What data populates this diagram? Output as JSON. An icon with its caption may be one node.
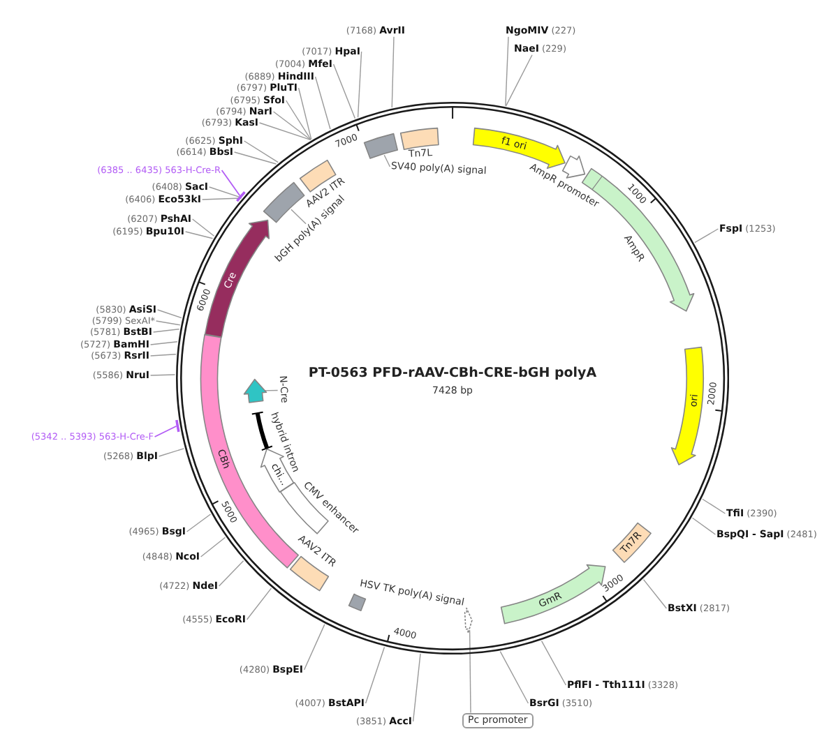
{
  "diagram": {
    "title": "PT-0563 PFD-rAAV-CBh-CRE-bGH polyA",
    "nodes": [
      {
        "text": [
          "**NgoMIV** (227)"
        ]
      },
      {
        "text": [
          "**NaeI** (229)"
        ]
      },
      {
        "text": [
          "**FspI** (1253)"
        ]
      },
      {
        "text": [
          "**TfiI** (2390)"
        ]
      },
      {
        "text": [
          "**BspQI - SapI** (2481)"
        ]
      },
      {
        "text": [
          "**BstXI** (2817)"
        ]
      },
      {
        "text": [
          "**PflFI - Tth111I** (3328)"
        ]
      },
      {
        "text": [
          "**BsrGI** (3510)"
        ]
      },
      {
        "text": [
          "(3851) **AccI**"
        ]
      },
      {
        "text": [
          "(4007) **BstAPI**"
        ]
      },
      {
        "text": [
          "(4280) **BspEI**"
        ]
      },
      {
        "text": [
          "(4555) **EcoRI**"
        ]
      },
      {
        "text": [
          "(4722) **NdeI**"
        ]
      },
      {
        "text": [
          "(4848) **NcoI**"
        ]
      },
      {
        "text": [
          "(4965) **BsgI**"
        ]
      },
      {
        "text": [
          "(5268) **BlpI**"
        ]
      },
      {
        "text": [
          "(5342 .. 5393) 563-H-Cre-F"
        ]
      },
      {
        "text": [
          "(5586) **NruI**"
        ]
      },
      {
        "text": [
          "(5673) **RsrII**"
        ]
      },
      {
        "text": [
          "(5727) **BamHI**"
        ]
      },
      {
        "text": [
          "(5781) **BstBI**"
        ]
      },
      {
        "text": [
          "(5799) SexAI*"
        ]
      },
      {
        "text": [
          "(5830) **AsiSI**"
        ]
      },
      {
        "text": [
          "(6195) **Bpu10I**"
        ]
      },
      {
        "text": [
          "(6207) **PshAI**"
        ]
      },
      {
        "text": [
          "(6406) **Eco53kI**"
        ]
      },
      {
        "text": [
          "(6408) **SacI**"
        ]
      },
      {
        "text": [
          "(6385 .. 6435) 563-H-Cre-R"
        ]
      },
      {
        "text": [
          "(6614) **BbsI**"
        ]
      },
      {
        "text": [
          "(6625) **SphI**"
        ]
      },
      {
        "text": [
          "(6793) **KasI**"
        ]
      },
      {
        "text": [
          "(6794) **NarI**"
        ]
      },
      {
        "text": [
          "(6795) **SfoI**"
        ]
      },
      {
        "text": [
          "(6797) **PluTI**"
        ]
      },
      {
        "text": [
          "(6889) **HindIII**"
        ]
      },
      {
        "text": [
          "(7004) **MfeI**"
        ]
      },
      {
        "text": [
          "(7017) **HpaI**"
        ]
      },
      {
        "text": [
          "(7168) **AvrII**"
        ]
      },
      {
        "text": [],
        "shape": "circle"
      },
      {
        "text": [
          "Pc promoter"
        ]
      },
      {
        "text": [
          "f1 ori"
        ],
        "in": 38
      },
      {
        "text": [],
        "shape": "arrow",
        "beside": [
          "AmpR promoter"
        ],
        "in": 38
      },
      {
        "text": [],
        "shape": "arrow",
        "beside": [
          "AmpR"
        ],
        "in": 38
      },
      {
        "text": [
          "ori"
        ],
        "in": 38
      },
      {
        "text": [
          "Tn7R"
        ],
        "in": 38
      },
      {
        "text": [
          "GmR"
        ],
        "in": 38
      },
      {
        "text": [],
        "shape": "arrow",
        "in": 38
      },
      {
        "text": [],
        "shape": "box",
        "beside": [
          "HSV TK poly(A) signal"
        ],
        "in": 38
      },
      {
        "text": [],
        "shape": "box",
        "beside": [
          "AAV2 ITR"
        ],
        "in": 38
      },
      {
        "text": [
          "CBh"
        ],
        "in": 38
      },
      {
        "text": [
          "Cre"
        ],
        "in": 38
      },
      {
        "text": [],
        "shape": "box",
        "in": 38
      },
      {
        "text": [
          "bGH poly(A) signal"
        ],
        "in": 38
      },
      {
        "text": [],
        "shape": "box",
        "beside": [
          "AAV2 ITR"
        ],
        "in": 38
      },
      {
        "text": [],
        "shape": "box",
        "in": 38
      },
      {
        "text": [
          "SV40 poly(A) signal"
        ],
        "in": 38
      },
      {
        "text": [],
        "shape": "box",
        "beside": [
          "Tn7L"
        ],
        "in": 38
      },
      {
        "text": [],
        "shape": "box",
        "beside": [
          "CMV enhancer"
        ],
        "in": 38
      },
      {
        "text": [
          "chi..."
        ],
        "in": 38
      },
      {
        "text": [],
        "shape": "bar",
        "beside": [
          "hybrid intron"
        ],
        "in": 38
      },
      {
        "text": [],
        "shape": "arrow",
        "in": 38
      },
      {
        "text": [
          "N-Cre"
        ],
        "in": 38
      }
    ],
    "edges": [
      {
        "from": 0,
        "to": 38,
        "arrow": "none"
      },
      {
        "from": 1,
        "to": 38,
        "arrow": "none"
      },
      {
        "from": 2,
        "to": 38,
        "arrow": "none"
      },
      {
        "from": 3,
        "to": 38,
        "arrow": "none"
      },
      {
        "from": 4,
        "to": 38,
        "arrow": "none"
      },
      {
        "from": 5,
        "to": 38,
        "arrow": "none"
      },
      {
        "from": 6,
        "to": 38,
        "arrow": "none"
      },
      {
        "from": 7,
        "to": 38,
        "arrow": "none"
      },
      {
        "from": 8,
        "to": 38,
        "arrow": "none"
      },
      {
        "from": 9,
        "to": 38,
        "arrow": "none"
      },
      {
        "from": 10,
        "to": 38,
        "arrow": "none"
      },
      {
        "from": 11,
        "to": 38,
        "arrow": "none"
      },
      {
        "from": 12,
        "to": 38,
        "arrow": "none"
      },
      {
        "from": 13,
        "to": 38,
        "arrow": "none"
      },
      {
        "from": 14,
        "to": 38,
        "arrow": "none"
      },
      {
        "from": 15,
        "to": 38,
        "arrow": "none"
      },
      {
        "from": 16,
        "to": 38,
        "arrow": "none",
        "color": "#b25cf5"
      },
      {
        "from": 17,
        "to": 38,
        "arrow": "none"
      },
      {
        "from": 18,
        "to": 38,
        "arrow": "none"
      },
      {
        "from": 19,
        "to": 38,
        "arrow": "none"
      },
      {
        "from": 20,
        "to": 38,
        "arrow": "none"
      },
      {
        "from": 21,
        "to": 38,
        "arrow": "none"
      },
      {
        "from": 22,
        "to": 38,
        "arrow": "none"
      },
      {
        "from": 23,
        "to": 38,
        "arrow": "none"
      },
      {
        "from": 24,
        "to": 38,
        "arrow": "none"
      },
      {
        "from": 25,
        "to": 38,
        "arrow": "none"
      },
      {
        "from": 26,
        "to": 38,
        "arrow": "none"
      },
      {
        "from": 27,
        "to": 38,
        "arrow": "none",
        "color": "#b25cf5"
      },
      {
        "from": 28,
        "to": 38,
        "arrow": "none"
      },
      {
        "from": 29,
        "to": 38,
        "arrow": "none"
      },
      {
        "from": 30,
        "to": 38,
        "arrow": "none"
      },
      {
        "from": 31,
        "to": 38,
        "arrow": "none"
      },
      {
        "from": 32,
        "to": 38,
        "arrow": "none"
      },
      {
        "from": 33,
        "to": 38,
        "arrow": "none"
      },
      {
        "from": 34,
        "to": 38,
        "arrow": "none"
      },
      {
        "from": 35,
        "to": 38,
        "arrow": "none"
      },
      {
        "from": 36,
        "to": 38,
        "arrow": "none"
      },
      {
        "from": 37,
        "to": 38,
        "arrow": "none"
      },
      {
        "from": 39,
        "to": 46,
        "arrow": "none"
      },
      {
        "from": 52,
        "to": 51,
        "arrow": "none"
      },
      {
        "from": 55,
        "to": 54,
        "arrow": "none"
      },
      {
        "from": 61,
        "to": 60,
        "arrow": "none"
      }
    ],
    "labels": [
      "7428 bp",
      "1000",
      "2000",
      "3000",
      "4000",
      "5000",
      "6000",
      "7000"
    ]
  }
}
